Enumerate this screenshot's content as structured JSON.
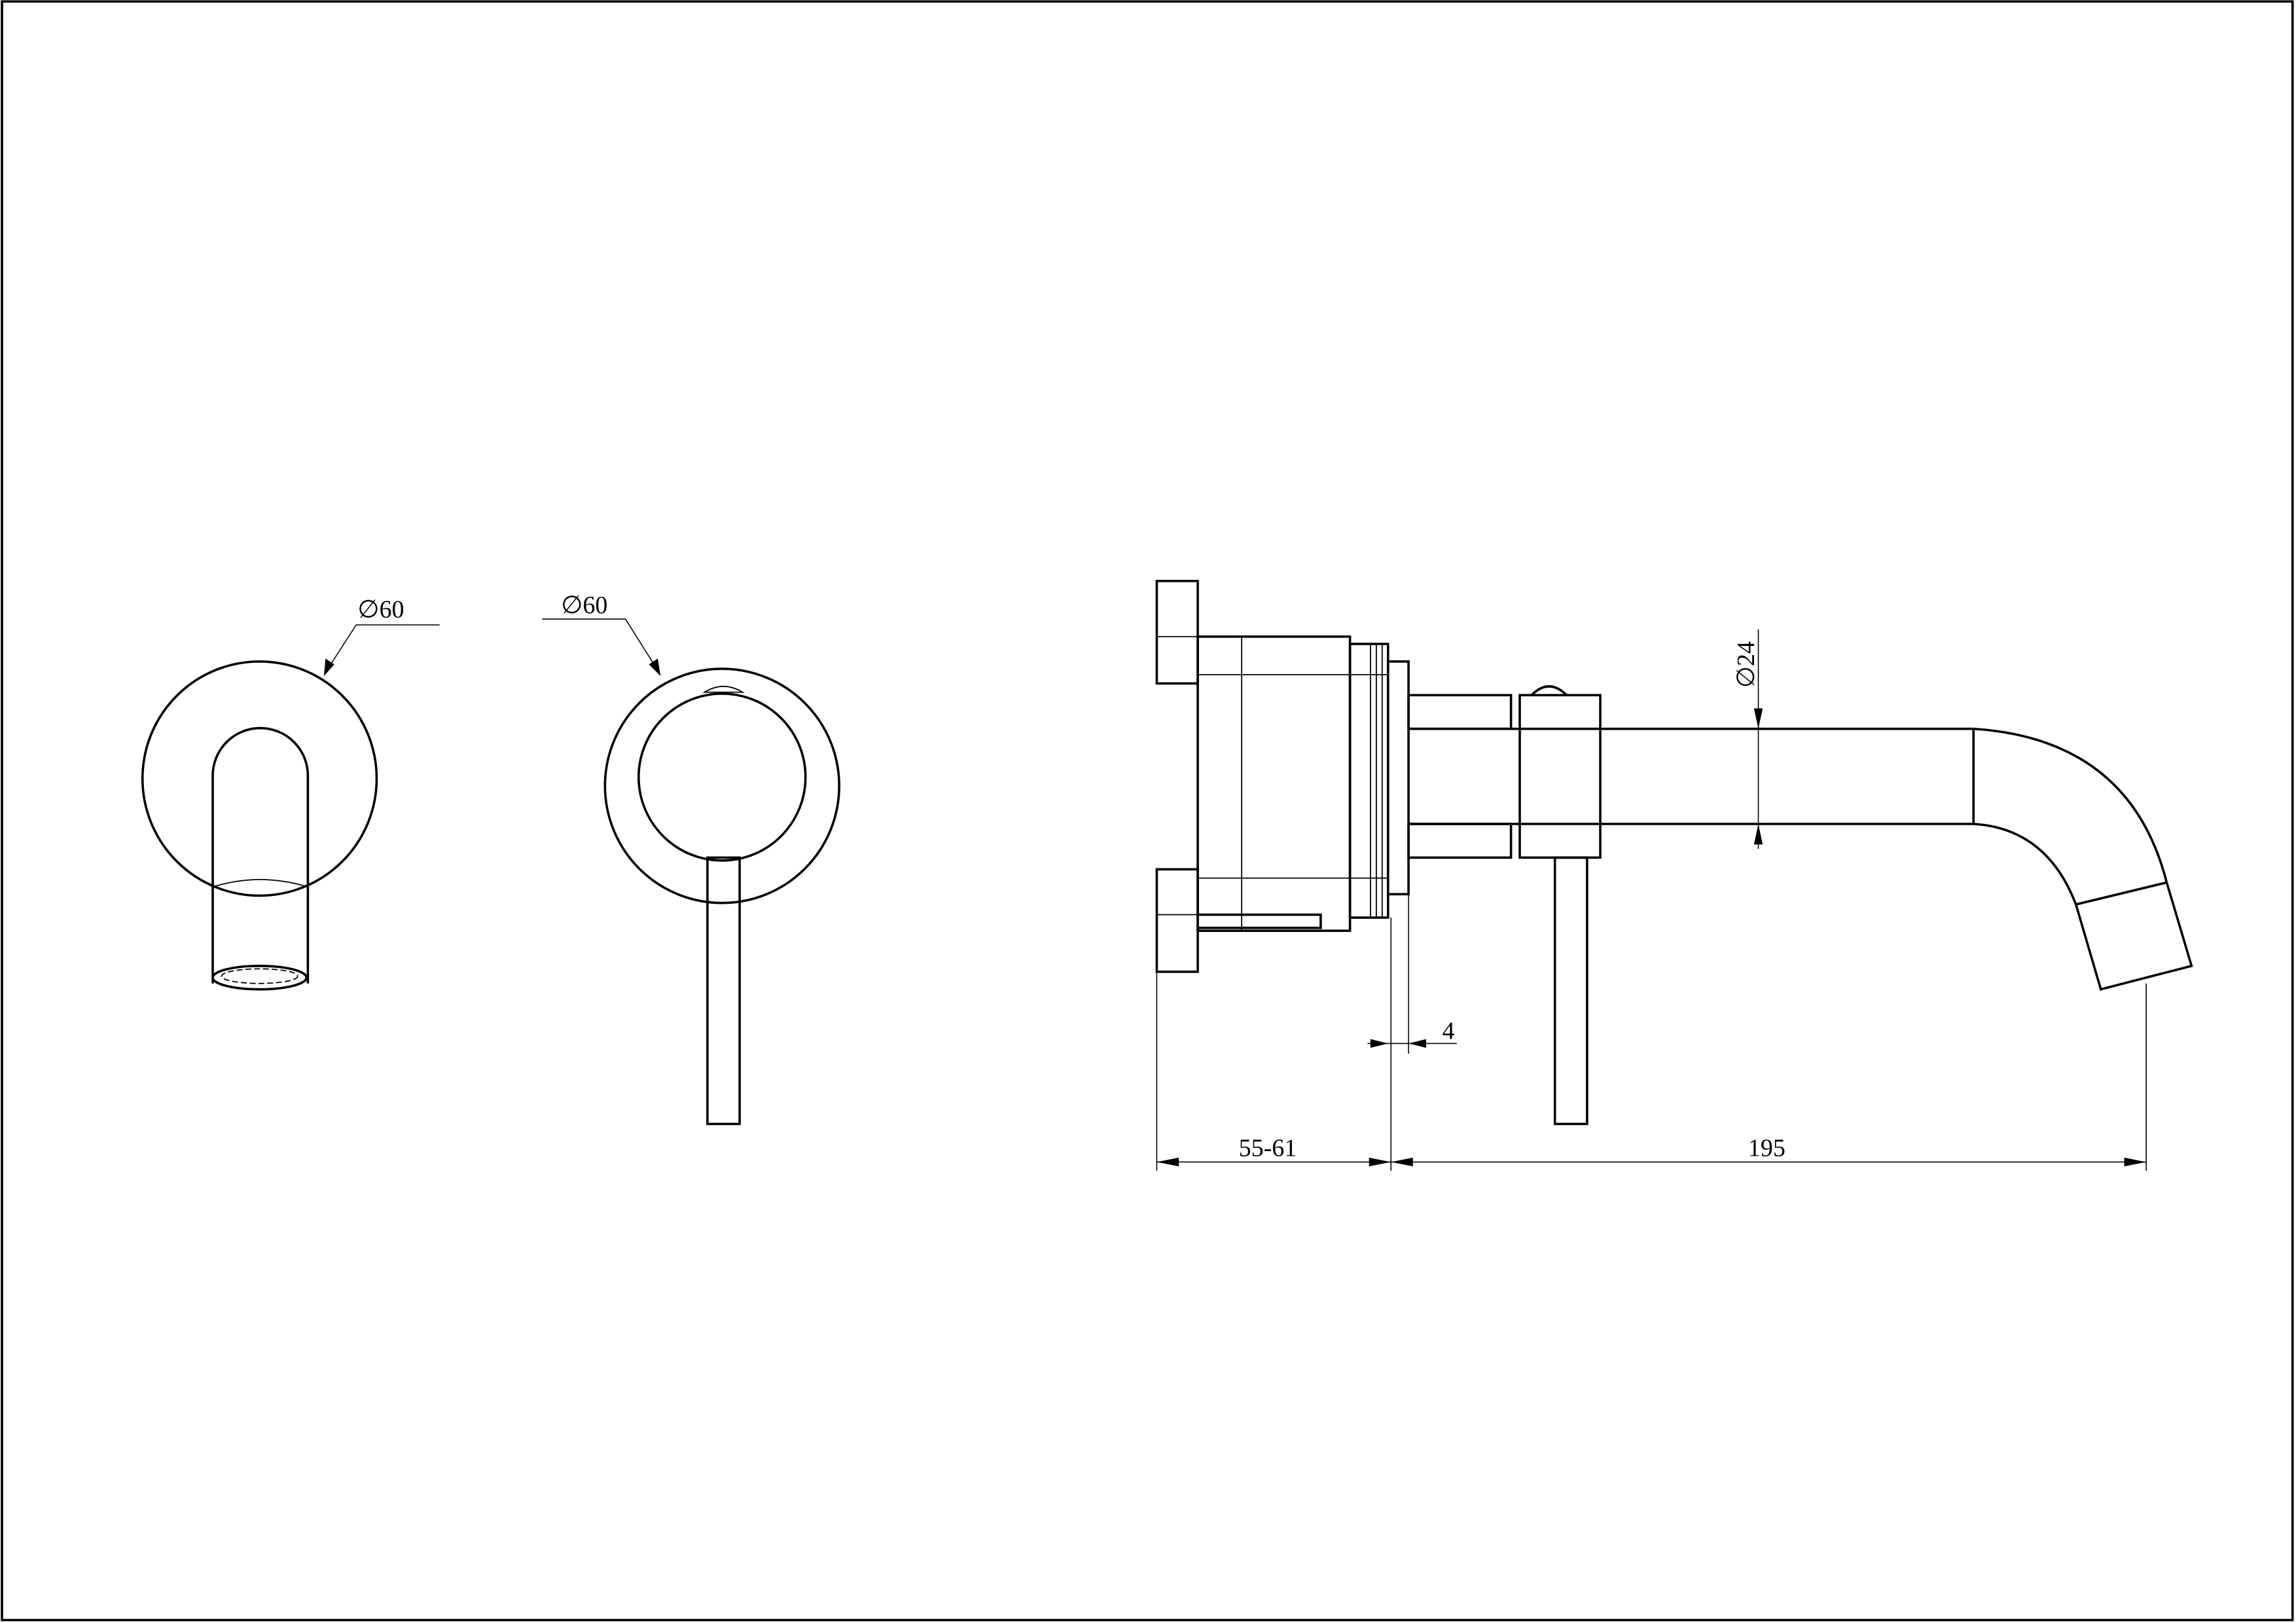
{
  "drawing": {
    "front_view_spout": {
      "diameter_label": "∅60"
    },
    "front_view_mixer": {
      "diameter_label": "∅60"
    },
    "side_view": {
      "pipe_diameter_label": "∅24",
      "flange_thickness_label": "4",
      "wall_depth_label": "55-61",
      "spout_reach_label": "195"
    },
    "line_color": "#000000",
    "background_color": "#ffffff"
  }
}
